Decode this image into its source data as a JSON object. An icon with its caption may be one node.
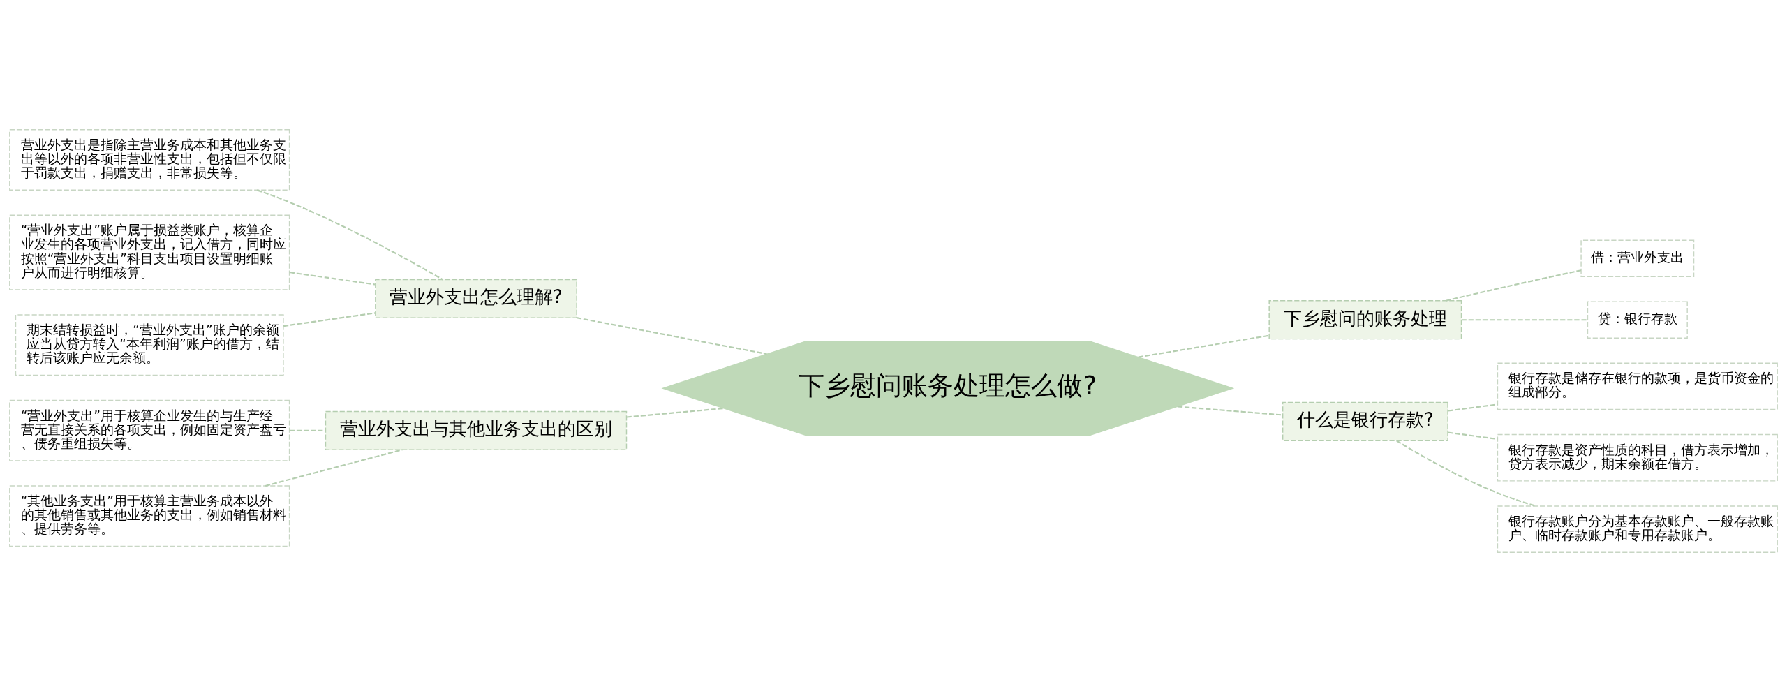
{
  "diagram": {
    "nodes": [
      {
        "text": [
          "下乡慰问账务处理怎么做?"
        ]
      },
      {
        "text": [
          "营业外支出怎么理解?"
        ]
      },
      {
        "text": [
          "营业外支出是指除主营业务成本和其他业务支出等以外的各项非营业性支出，包括但不仅限于罚款支出，捐赠支出，非常损失等。"
        ]
      },
      {
        "text": [
          "“营业外支出”账户属于损益类账户，核算企业发生的各项营业外支出，记入借方，同时应按照“营业外支出”科目支出项目设置明细账户从而进行明细核算。"
        ]
      },
      {
        "text": [
          "期末结转损益时，“营业外支出”账户的余额应当从贷方转入“本年利润”账户的借方，结转后该账户应无余额。"
        ]
      },
      {
        "text": [
          "营业外支出与其他业务支出的区别"
        ]
      },
      {
        "text": [
          "“营业外支出”用于核算企业发生的与生产经营无直接关系的各项支出，例如固定资产盘亏、债务重组损失等。"
        ]
      },
      {
        "text": [
          "“其他业务支出”用于核算主营业务成本以外的其他销售或其他业务的支出，例如销售材料、提供劳务等。"
        ]
      },
      {
        "text": [
          "下乡慰问的账务处理"
        ]
      },
      {
        "text": [
          "借：营业外支出"
        ]
      },
      {
        "text": [
          "贷：银行存款"
        ]
      },
      {
        "text": [
          "什么是银行存款?"
        ]
      },
      {
        "text": [
          "银行存款是储存在银行的款项，是货币资金的组成部分。"
        ]
      },
      {
        "text": [
          "银行存款是资产性质的科目，借方表示增加，贷方表示减少，期末余额在借方。"
        ]
      },
      {
        "text": [
          "银行存款账户分为基本存款账户、一般存款账户、临时存款账户和专用存款账户。"
        ]
      }
    ],
    "edges": [
      {
        "from": 0,
        "to": 1,
        "arrow": "none"
      },
      {
        "from": 1,
        "to": 2,
        "arrow": "none"
      },
      {
        "from": 1,
        "to": 3,
        "arrow": "none"
      },
      {
        "from": 1,
        "to": 4,
        "arrow": "none"
      },
      {
        "from": 0,
        "to": 5,
        "arrow": "none"
      },
      {
        "from": 5,
        "to": 6,
        "arrow": "none"
      },
      {
        "from": 5,
        "to": 7,
        "arrow": "none"
      },
      {
        "from": 0,
        "to": 8,
        "arrow": "none"
      },
      {
        "from": 8,
        "to": 9,
        "arrow": "none"
      },
      {
        "from": 8,
        "to": 10,
        "arrow": "none"
      },
      {
        "from": 0,
        "to": 11,
        "arrow": "none"
      },
      {
        "from": 11,
        "to": 12,
        "arrow": "none"
      },
      {
        "from": 11,
        "to": 13,
        "arrow": "none"
      },
      {
        "from": 11,
        "to": 14,
        "arrow": "none"
      }
    ]
  }
}
